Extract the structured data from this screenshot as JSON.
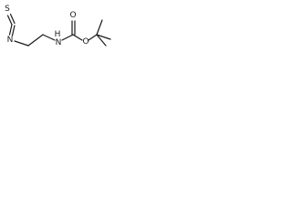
{
  "structure": {
    "type": "skeletal-formula",
    "atoms": {
      "sulfur": "S",
      "carbon_isothiocyanate": "C",
      "nitrogen_isothiocyanate": "N",
      "nitrogen_amide": "N",
      "hydrogen_amide": "H",
      "oxygen_carbonyl": "O",
      "oxygen_ester": "O"
    }
  },
  "colors": {
    "bond": "#1a1a1a",
    "label": "#1a1a1a",
    "background": "#ffffff"
  }
}
